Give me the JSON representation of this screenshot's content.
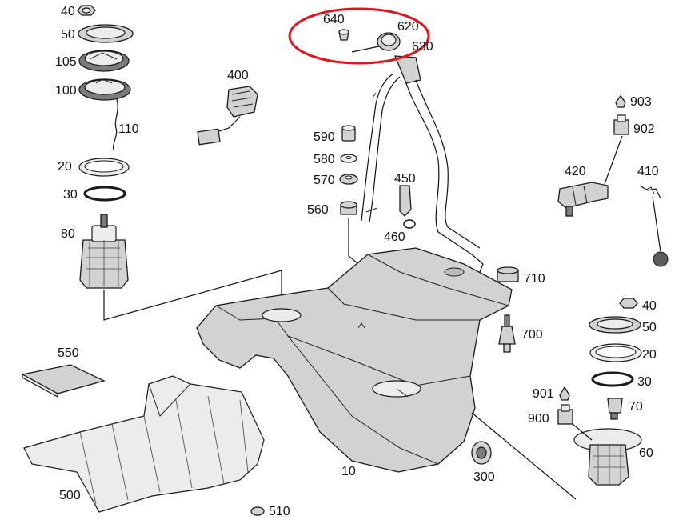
{
  "highlight_color": "#e0161d",
  "labels": {
    "l640": "640",
    "l620": "620",
    "l630": "630",
    "l40a": "40",
    "l50a": "50",
    "l105": "105",
    "l100": "100",
    "l110": "110",
    "l20a": "20",
    "l30a": "30",
    "l80": "80",
    "l400": "400",
    "l590": "590",
    "l580": "580",
    "l570": "570",
    "l560": "560",
    "l450": "450",
    "l460": "460",
    "l903": "903",
    "l902": "902",
    "l420": "420",
    "l410": "410",
    "l710": "710",
    "l700": "700",
    "l40b": "40",
    "l50b": "50",
    "l20b": "20",
    "l30b": "30",
    "l901": "901",
    "l900": "900",
    "l70": "70",
    "l60": "60",
    "l550": "550",
    "l500": "500",
    "l510": "510",
    "l10": "10",
    "l300": "300"
  }
}
